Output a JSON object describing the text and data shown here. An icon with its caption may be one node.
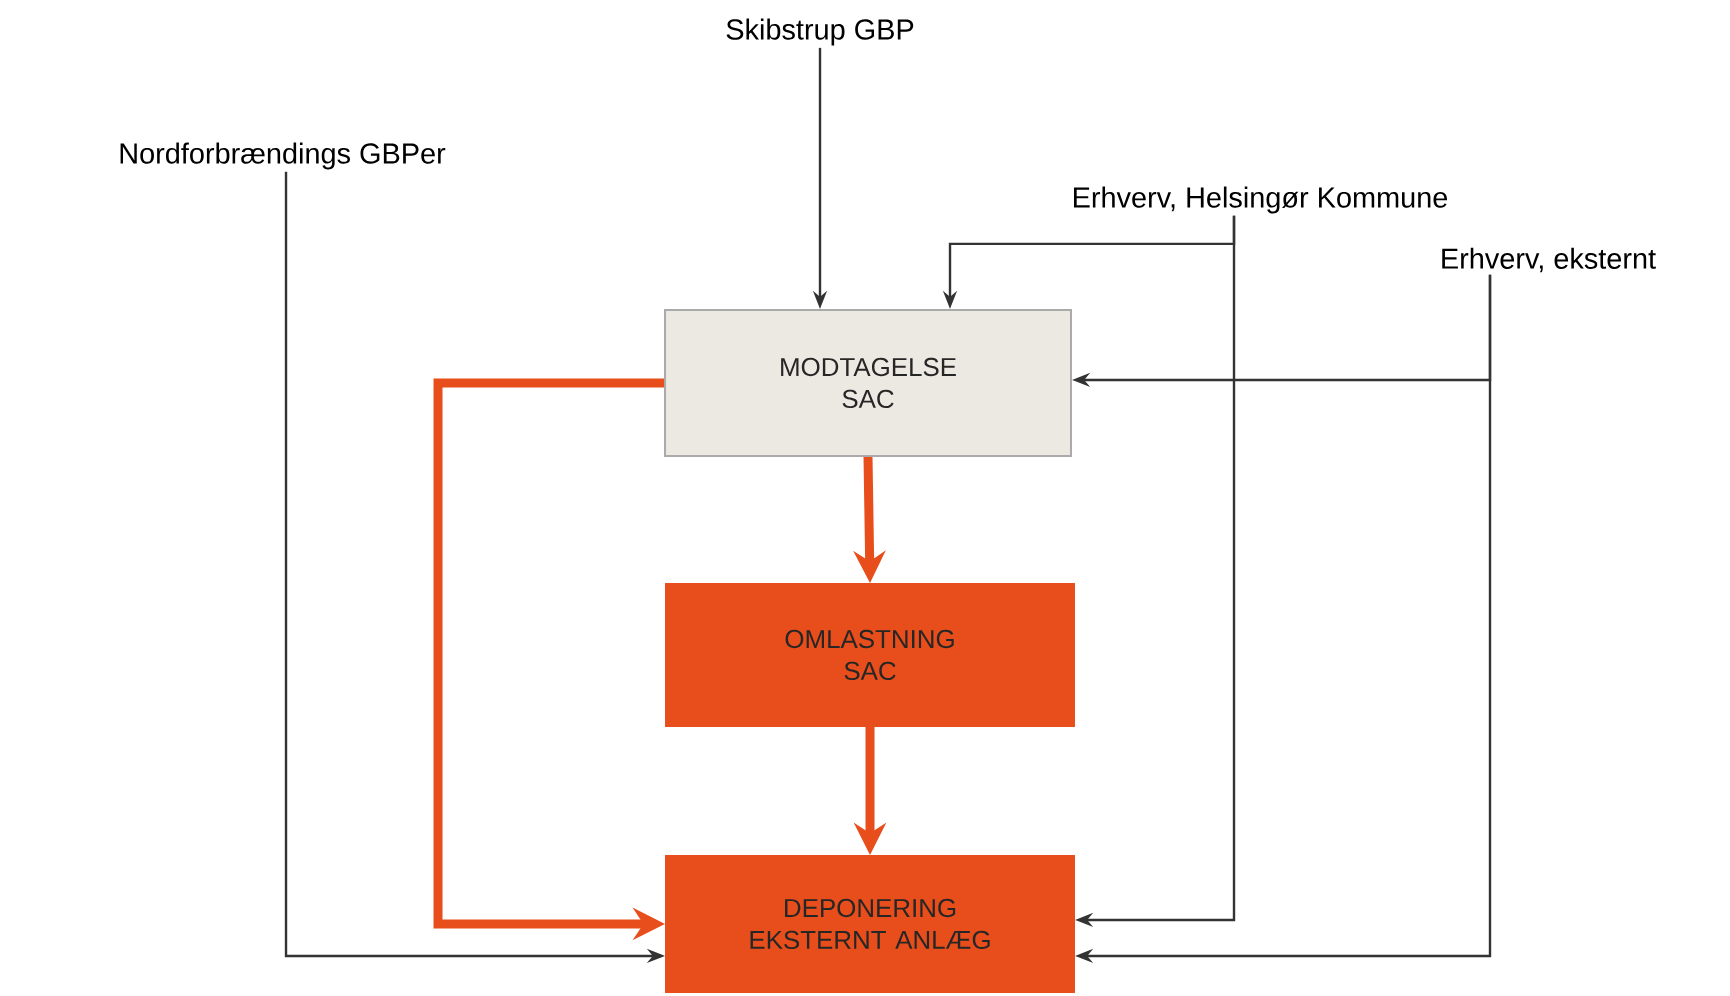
{
  "diagram": {
    "nodes": [
      {
        "text": [
          "Skibstrup GBP"
        ]
      },
      {
        "text": [
          "Nordforbrændings GBPer"
        ]
      },
      {
        "text": [
          "Erhverv, Helsingør Kommune"
        ]
      },
      {
        "text": [
          "Erhverv, eksternt"
        ]
      },
      {
        "text": [
          "MODTAGELSE SAC"
        ]
      },
      {
        "text": [
          "OMLASTNING SAC"
        ]
      },
      {
        "text": [
          "DEPONERING EKSTERNT ANLÆG"
        ]
      }
    ],
    "edges": [
      {
        "from": 0,
        "to": 4,
        "arrow": "to"
      },
      {
        "from": 2,
        "to": 4,
        "arrow": "to"
      },
      {
        "from": 2,
        "to": 6,
        "arrow": "to"
      },
      {
        "from": 3,
        "to": 4,
        "arrow": "to"
      },
      {
        "from": 3,
        "to": 6,
        "arrow": "to"
      },
      {
        "from": 1,
        "to": 6,
        "arrow": "to"
      },
      {
        "from": 4,
        "to": 5,
        "arrow": "to",
        "style": "thick",
        "color": "#e84e1b"
      },
      {
        "from": 5,
        "to": 6,
        "arrow": "to",
        "style": "thick",
        "color": "#e84e1b"
      },
      {
        "from": 4,
        "to": 6,
        "arrow": "to",
        "style": "thick",
        "color": "#e84e1b"
      }
    ]
  }
}
